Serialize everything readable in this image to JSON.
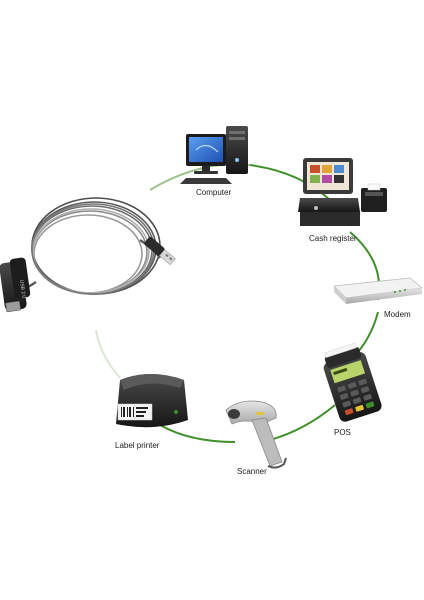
{
  "devices": [
    {
      "id": "computer",
      "label": "Computer",
      "icon": "desktop-computer-icon"
    },
    {
      "id": "cash-register",
      "label": "Cash register",
      "icon": "cash-register-icon"
    },
    {
      "id": "modem",
      "label": "Modem",
      "icon": "modem-icon"
    },
    {
      "id": "pos",
      "label": "POS",
      "icon": "pos-terminal-icon"
    },
    {
      "id": "scanner",
      "label": "Scanner",
      "icon": "barcode-scanner-icon"
    },
    {
      "id": "label-printer",
      "label": "Label printer",
      "icon": "label-printer-icon"
    }
  ],
  "cable": {
    "icon": "usb-extension-cable-icon",
    "port_text": "USB 2.0"
  },
  "colors": {
    "connection_green": "#3f8f2a",
    "connection_fade": "#c9dcc0",
    "device_dark": "#2b2b2b",
    "screen_blue": "#2f6fd6"
  }
}
